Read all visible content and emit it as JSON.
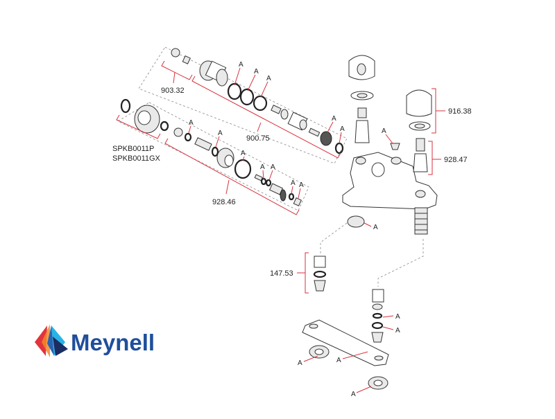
{
  "logo": {
    "name": "Meynell",
    "colors": {
      "text": "#1f4e9c",
      "red": "#e2343b",
      "blue": "#2a63b0",
      "cyan": "#28b3e6",
      "dark": "#1b2d63"
    }
  },
  "part_labels": {
    "p903": "903.32",
    "p900": "900.75",
    "p928_46": "928.46",
    "spk1": "SPKB0011P",
    "spk2": "SPKB0011GX",
    "p916": "916.38",
    "p928_47": "928.47",
    "p147": "147.53"
  },
  "a_marker": "A",
  "accent_color": "#d8323c"
}
